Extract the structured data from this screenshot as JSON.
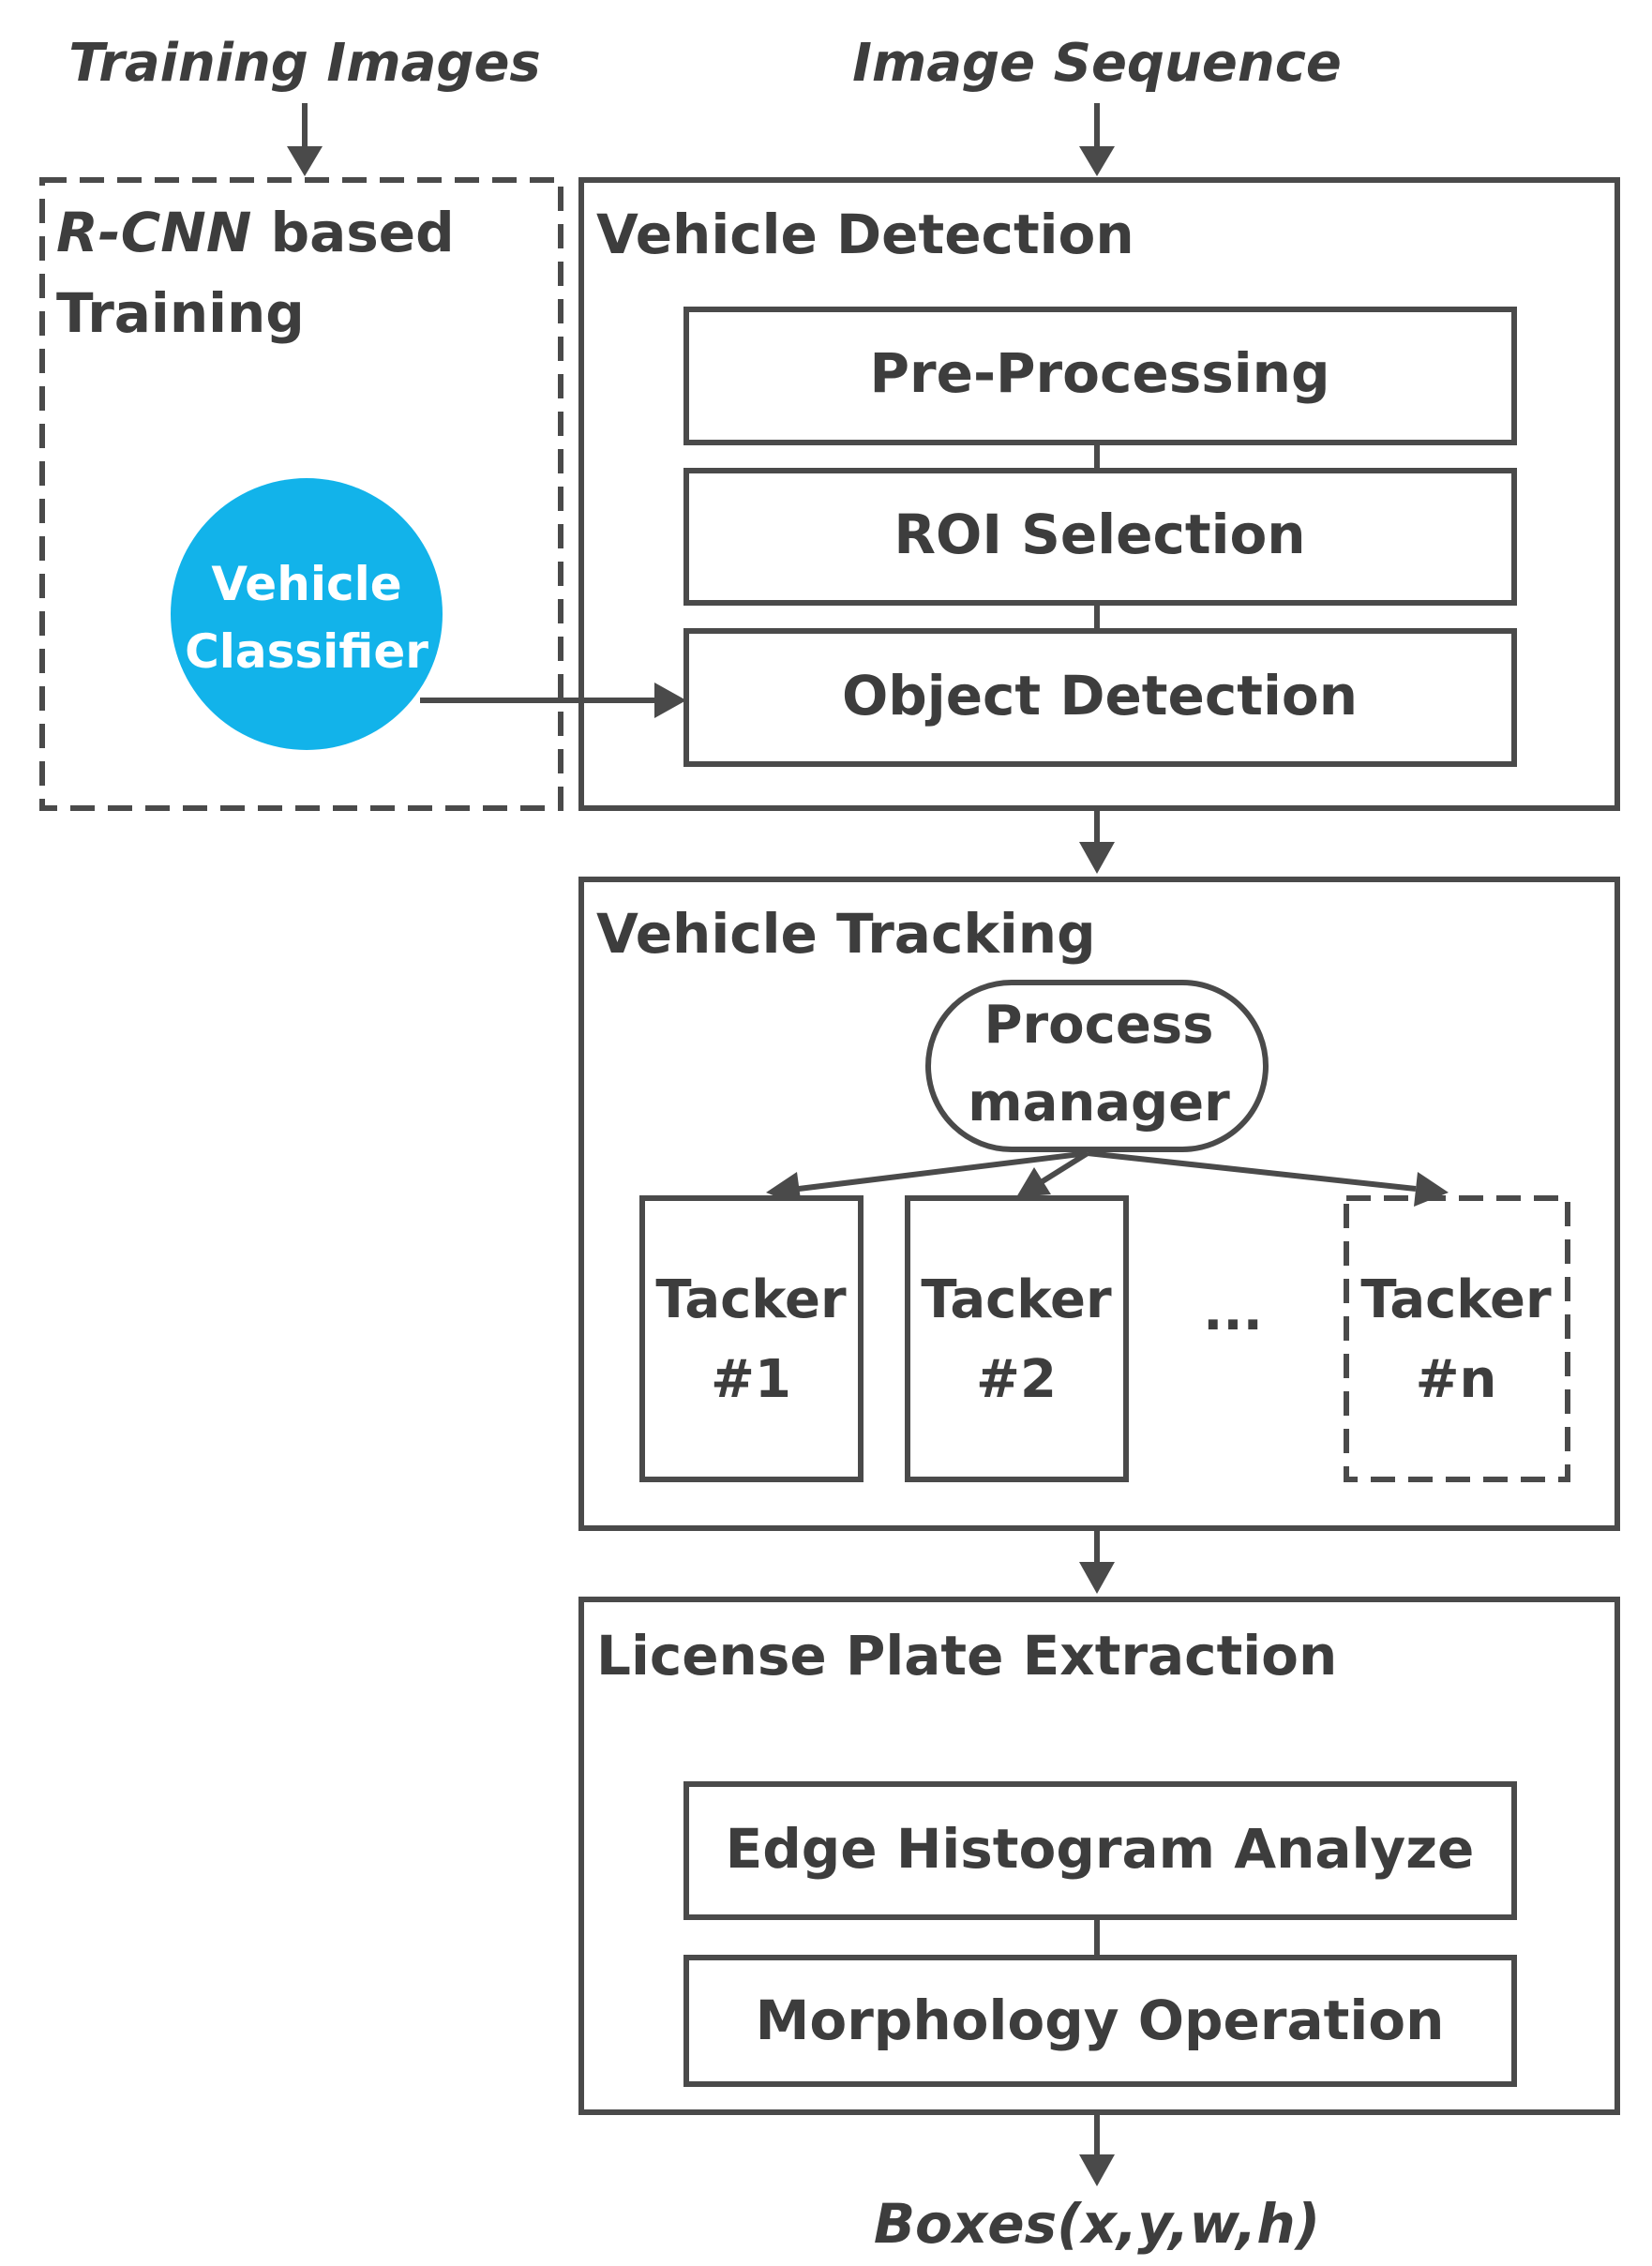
{
  "inputs": {
    "training_images": "Training Images",
    "image_sequence": "Image Sequence"
  },
  "training": {
    "title_rcnn": "R-CNN",
    "title_based": " based",
    "title_line2": "Training",
    "classifier_line1": "Vehicle",
    "classifier_line2": "Classifier",
    "classifier_color": "#12b3ea"
  },
  "detection": {
    "title": "Vehicle Detection",
    "steps": [
      "Pre-Processing",
      "ROI Selection",
      "Object Detection"
    ]
  },
  "tracking": {
    "title": "Vehicle Tracking",
    "manager_line1": "Process",
    "manager_line2": "manager",
    "trackers": [
      {
        "line1": "Tacker",
        "line2": "#1"
      },
      {
        "line1": "Tacker",
        "line2": "#2"
      },
      {
        "line1": "Tacker",
        "line2": "#n"
      }
    ],
    "ellipsis": "..."
  },
  "extraction": {
    "title": "License Plate Extraction",
    "steps": [
      "Edge Histogram Analyze",
      "Morphology Operation"
    ]
  },
  "output": "Boxes(x,y,w,h)"
}
